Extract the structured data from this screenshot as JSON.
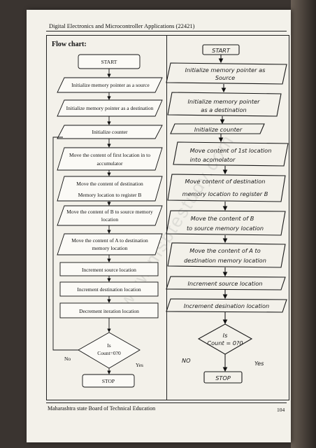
{
  "header": {
    "title": "Digital Electronics and Microcontroller Applications (22421)"
  },
  "section": {
    "title": "Flow chart:"
  },
  "printed_flow": {
    "start": "START",
    "step1": "Initialize memory pointer as a source",
    "step2": "Initialize memory pointer as a destination",
    "step3": "Initialize counter",
    "step4a": "Move the content of first location in to",
    "step4b": "accumulator",
    "step5a": "Move the content of destination",
    "step5b": "Memory location to register B",
    "step6a": "Move the content of B to source memory",
    "step6b": "location",
    "step7a": "Move the content of A to destination",
    "step7b": "memory location",
    "step8": "Increment source location",
    "step9": "Increment destination location",
    "step10": "Decrement iteration location",
    "decision_a": "Is",
    "decision_b": "Count=0?0",
    "no": "No",
    "yes": "Yes",
    "stop": "STOP"
  },
  "handwritten_flow": {
    "start": "START",
    "step1a": "Initialize memory pointer as",
    "step1b": "Source",
    "step2a": "Initialize memory pointer",
    "step2b": "as a destination",
    "step3": "Initialize counter",
    "step4a": "Move content of 1st location",
    "step4b": "into acomolator",
    "step5a": "Move content of destination",
    "step5b": "memory location to register B",
    "step6a": "Move the content of B",
    "step6b": "to source memory location",
    "step7a": "Move the content of A to",
    "step7b": "destination memory location",
    "step8": "Increment source location",
    "step9": "Increment desination location",
    "decision_a": "Is",
    "decision_b": "Count = 0?0",
    "no": "NO",
    "yes": "Yes",
    "stop": "STOP"
  },
  "watermark": "www.msbtestudy.com",
  "footer": {
    "board": "Maharashtra state Board of Technical Education",
    "page": "104"
  }
}
